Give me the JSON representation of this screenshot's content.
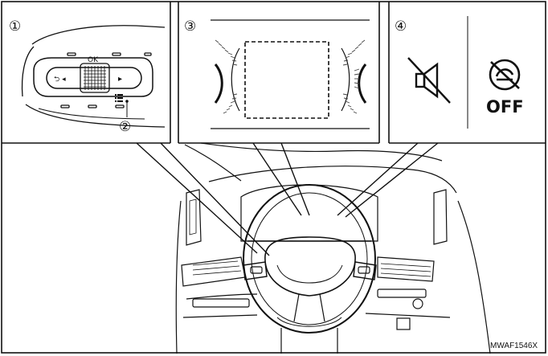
{
  "panels": [
    {
      "marker": "①",
      "name": "Steering wheel control switches"
    },
    {
      "marker": "③",
      "name": "Vehicle information display"
    },
    {
      "marker": "④",
      "name": "Indicator icons"
    }
  ],
  "callout": {
    "marker": "②"
  },
  "switch": {
    "ok_label": "OK",
    "back_glyph": "⮌ ◂",
    "next_glyph": "▸"
  },
  "icons": {
    "off_label": "OFF"
  },
  "figure_code": "MWAF1546X",
  "colors": {
    "line": "#111111",
    "background": "#ffffff",
    "tick_gray": "#444444"
  }
}
